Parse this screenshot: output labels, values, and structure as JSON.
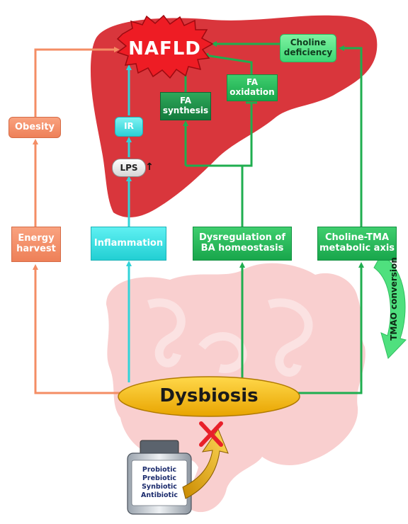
{
  "diagram": {
    "nafld": "NAFLD",
    "choline_deficiency": "Choline deficiency",
    "fa_oxidation": "FA oxidation",
    "fa_synthesis": "FA synthesis",
    "obesity": "Obesity",
    "ir": "IR",
    "lps": "LPS",
    "lps_arrow": "↑",
    "energy_harvest": "Energy harvest",
    "inflammation": "Inflammation",
    "dysregulation": "Dysregulation of BA homeostasis",
    "choline_tma": "Choline-TMA metabolic axis",
    "tmao_conversion": "TMAO conversion",
    "dysbiosis": "Dysbiosis",
    "bottle_lines": [
      "Probiotic",
      "Prebiotic",
      "Synbiotic",
      "Antibiotic"
    ]
  },
  "colors": {
    "liver": "#d9363c",
    "intestine": "#f9cfcf",
    "orange": "#f48d64",
    "cyan": "#32d3d8",
    "green": "#1fae4f",
    "light_green": "#4fe07e",
    "dysbiosis_fill": "#f5b800",
    "cross": "#e8202a"
  }
}
